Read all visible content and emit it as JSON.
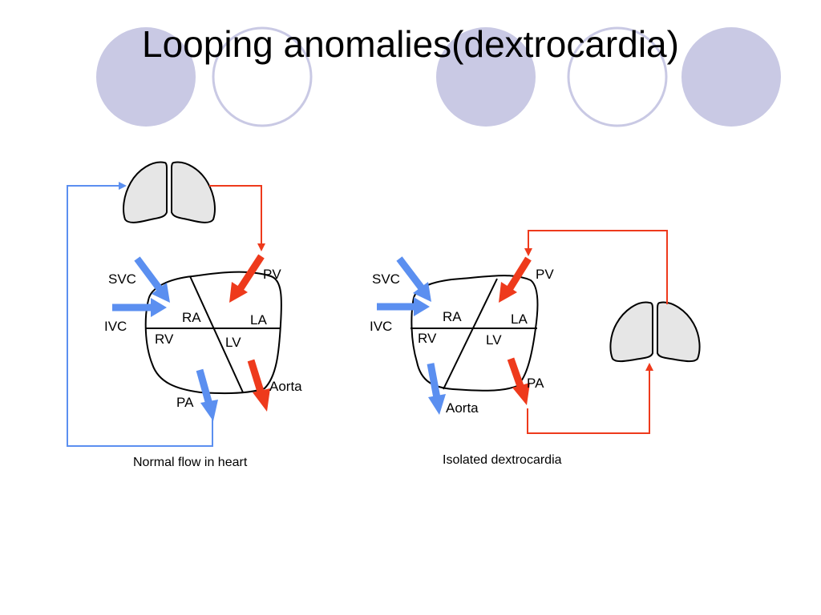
{
  "title": "Looping anomalies(dextrocardia)",
  "colors": {
    "deco_filled": "#c9c9e4",
    "deco_outline": "#c9c9e4",
    "deoxygenated": "#5b8ff0",
    "oxygenated": "#ee3a1c",
    "lung_fill": "#e6e6e6"
  },
  "diagrams": {
    "normal": {
      "caption": "Normal flow in heart",
      "labels": {
        "svc": "SVC",
        "ivc": "IVC",
        "ra": "RA",
        "la": "LA",
        "rv": "RV",
        "lv": "LV",
        "pv": "PV",
        "pa": "PA",
        "aorta": "Aorta"
      }
    },
    "dextro": {
      "caption": "Isolated dextrocardia",
      "labels": {
        "svc": "SVC",
        "ivc": "IVC",
        "ra": "RA",
        "la": "LA",
        "rv": "RV",
        "lv": "LV",
        "pv": "PV",
        "pa": "PA",
        "aorta": "Aorta"
      }
    }
  }
}
